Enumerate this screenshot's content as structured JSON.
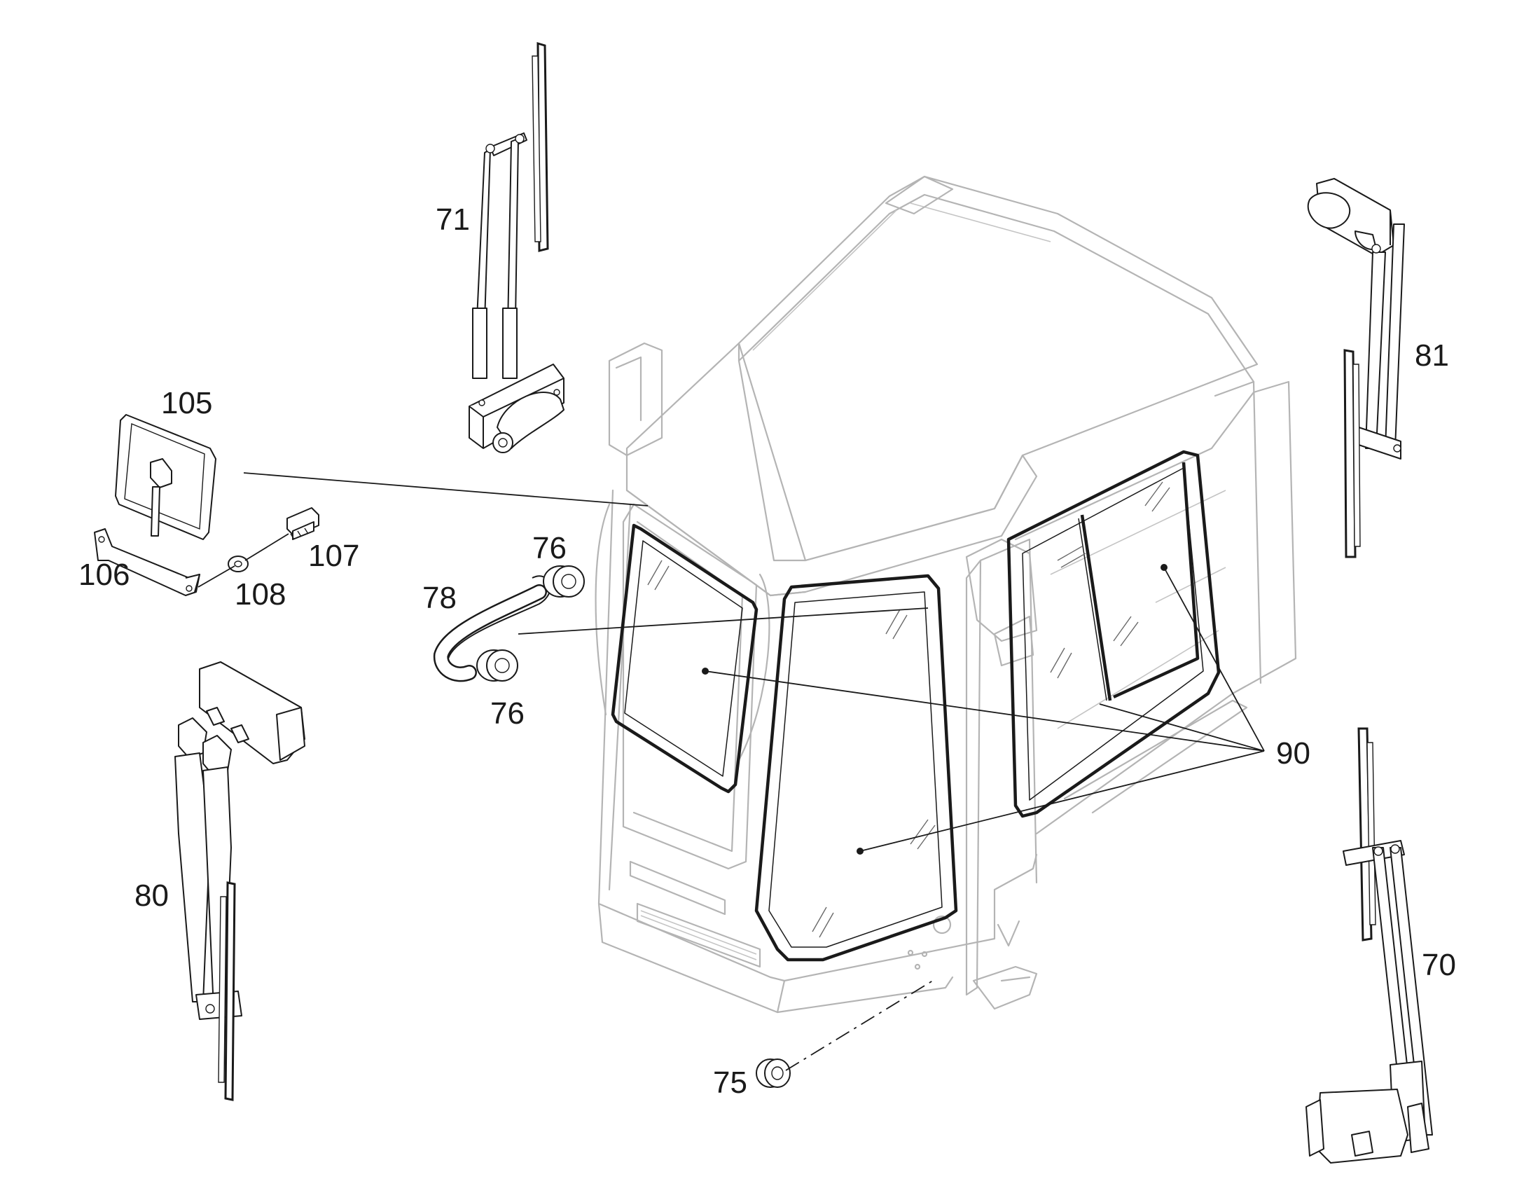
{
  "labels": {
    "p71": "71",
    "p81": "81",
    "p105": "105",
    "p106": "106",
    "p107": "107",
    "p108": "108",
    "p76a": "76",
    "p76b": "76",
    "p78": "78",
    "p90": "90",
    "p80": "80",
    "p70": "70",
    "p75": "75"
  },
  "colors": {
    "line": "#1a1a1a",
    "cab_outline": "#b4b4b4",
    "background": "#ffffff"
  }
}
